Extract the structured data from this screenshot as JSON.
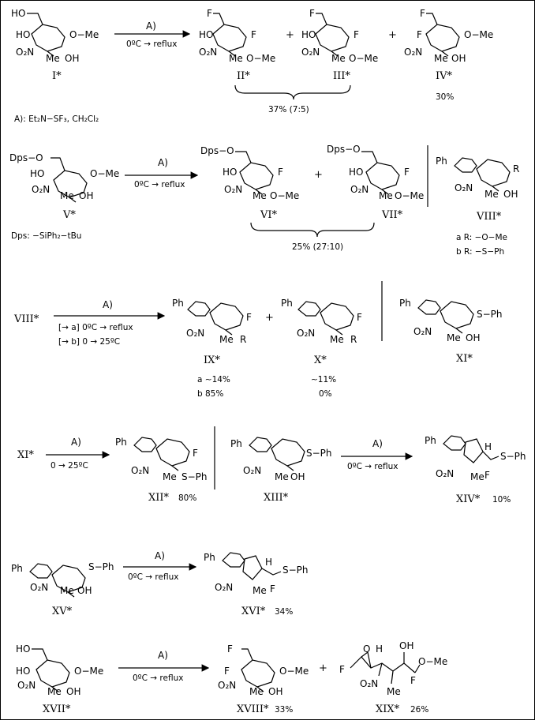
{
  "reagent_legend": "A): Et₂N−SF₃, CH₂Cl₂",
  "dps_legend": "Dps: −SiPh₂−tBu",
  "arrows": {
    "a": "A)",
    "cond_0_reflux": "0ºC → reflux",
    "cond_0_25": "0 → 25ºC",
    "cond_a": "[→ a] 0ºC → reflux",
    "cond_b": "[→ b] 0 → 25ºC"
  },
  "plus": "+",
  "compounds": {
    "I": "I*",
    "II": "II*",
    "III": "III*",
    "IV": "IV*",
    "V": "V*",
    "VI": "VI*",
    "VII": "VII*",
    "VIII": "VIII*",
    "IX": "IX*",
    "X": "X*",
    "XI": "XI*",
    "XII": "XII*",
    "XIII": "XIII*",
    "XIV": "XIV*",
    "XV": "XV*",
    "XVI": "XVI*",
    "XVII": "XVII*",
    "XVIII": "XVIII*",
    "XIX": "XIX*"
  },
  "yields": {
    "II_III": "37% (7:5)",
    "IV": "30%",
    "VI_VII": "25% (27:10)",
    "IX_a": "a  ∼14%",
    "IX_b": "b   85%",
    "X_a": "∼11%",
    "X_b": "0%",
    "XII": "80%",
    "XIV": "10%",
    "XVI": "34%",
    "XVIII": "33%",
    "XIX": "26%"
  },
  "viii_r": {
    "a": "a  R: −O−Me",
    "b": "b  R: −S−Ph"
  },
  "atoms": {
    "HO": "HO",
    "OMe": "O−Me",
    "F": "F",
    "NO2": "O₂N",
    "Me": "Me",
    "OH": "OH",
    "Dps": "Dps−O",
    "Ph": "Ph",
    "R": "R",
    "SPh": "S−Ph",
    "H": "H",
    "O": "O"
  }
}
